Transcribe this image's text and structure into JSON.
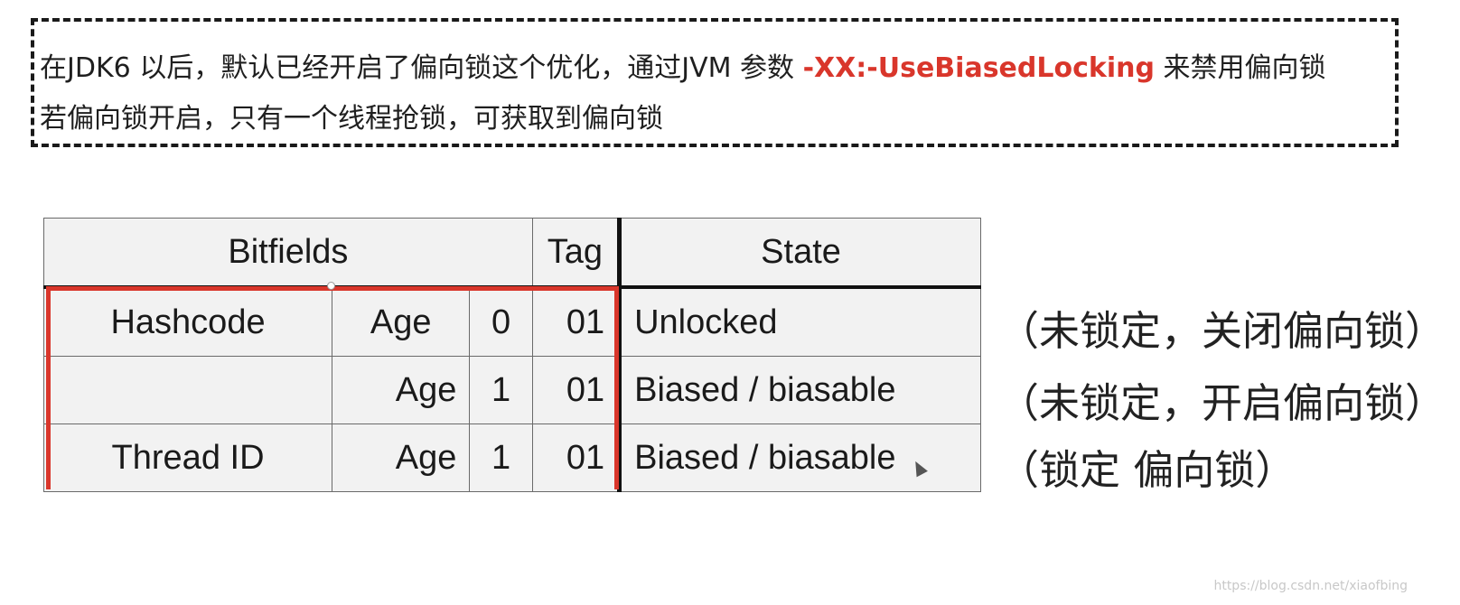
{
  "note": {
    "line1_before": "在JDK6 以后，默认已经开启了偏向锁这个优化，通过JVM 参数 ",
    "line1_flag": "-XX:-UseBiasedLocking",
    "line1_after": " 来禁用偏向锁",
    "line2": "若偏向锁开启，只有一个线程抢锁，可获取到偏向锁"
  },
  "table": {
    "headers": {
      "bitfields": "Bitfields",
      "tag": "Tag",
      "state": "State"
    },
    "rows": [
      {
        "field": "Hashcode",
        "age": "Age",
        "bit": "0",
        "tag": "01",
        "state": "Unlocked"
      },
      {
        "field": "",
        "age": "Age",
        "bit": "1",
        "tag": "01",
        "state": "Biased / biasable"
      },
      {
        "field": "Thread ID",
        "age": "Age",
        "bit": "1",
        "tag": "01",
        "state": "Biased / biasable"
      }
    ]
  },
  "annotations": [
    "（未锁定，关闭偏向锁）",
    "（未锁定，开启偏向锁）",
    "（锁定 偏向锁）"
  ],
  "watermark": "https://blog.csdn.net/xiaofbing",
  "colors": {
    "accent": "#d9362b",
    "table_bg": "#f2f2f2"
  },
  "icons": {
    "cursor": "mouse-pointer-icon"
  }
}
